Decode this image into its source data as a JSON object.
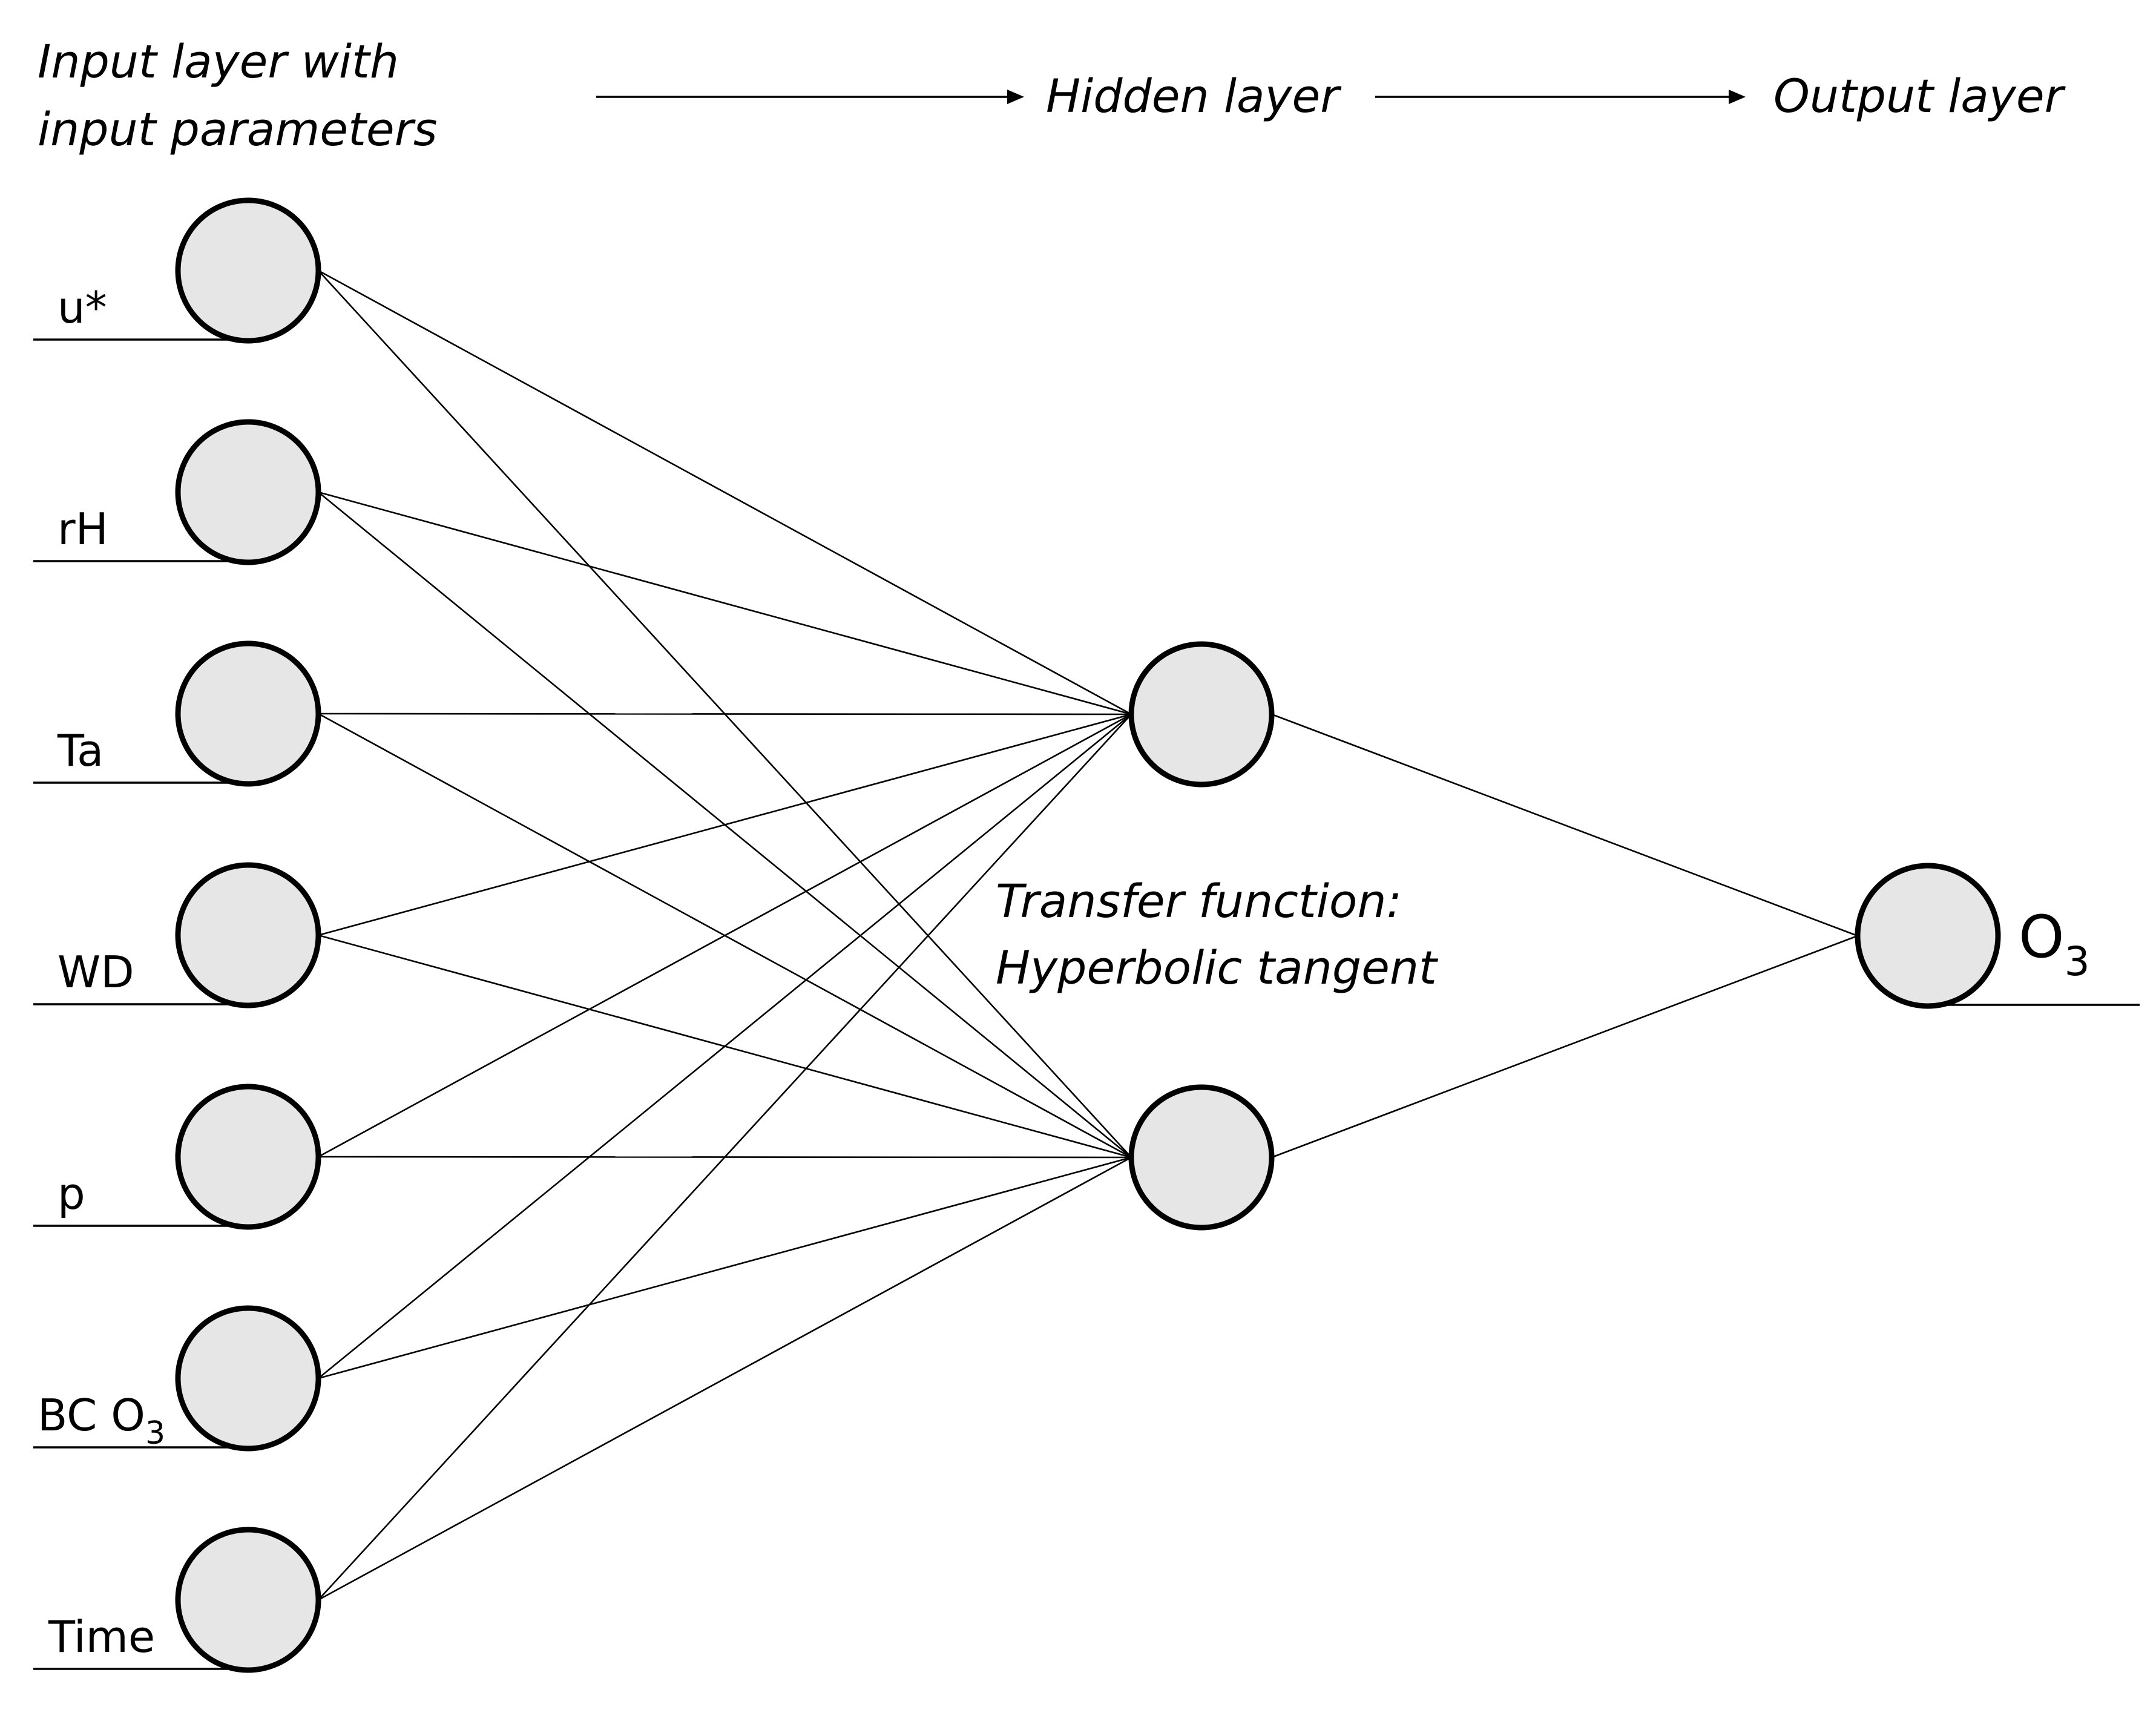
{
  "headers": {
    "input_line1": "Input layer with",
    "input_line2": "input parameters",
    "hidden": "Hidden layer",
    "output": "Output layer"
  },
  "transfer": {
    "line1": "Transfer function:",
    "line2": "Hyperbolic tangent"
  },
  "input_layer": [
    {
      "id": "u-star",
      "label": "u*",
      "sub": ""
    },
    {
      "id": "rh",
      "label": "rH",
      "sub": ""
    },
    {
      "id": "ta",
      "label": "Ta",
      "sub": ""
    },
    {
      "id": "wd",
      "label": "WD",
      "sub": ""
    },
    {
      "id": "p",
      "label": "p",
      "sub": ""
    },
    {
      "id": "bc-o3",
      "label": "BC O",
      "sub": "3"
    },
    {
      "id": "time",
      "label": "Time",
      "sub": ""
    }
  ],
  "hidden_layer": [
    {
      "id": "h1"
    },
    {
      "id": "h2"
    }
  ],
  "output_layer": [
    {
      "id": "o3",
      "label": "O",
      "sub": "3"
    }
  ],
  "colors": {
    "node_fill": "#e6e6e6",
    "stroke": "#000000",
    "background": "#ffffff"
  }
}
